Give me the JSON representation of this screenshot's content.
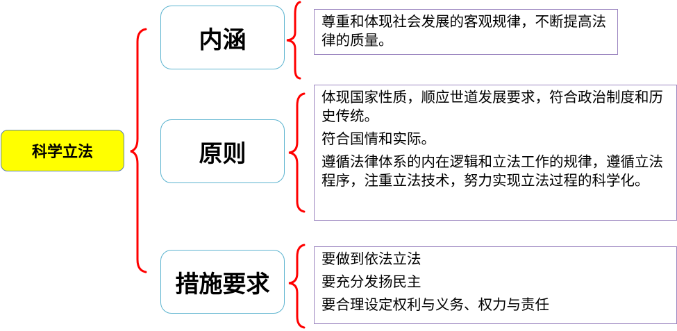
{
  "root": {
    "label": "科学立法"
  },
  "branches": [
    {
      "label": "内涵",
      "items": [
        "尊重和体现社会发展的客观规律，不断提高法律的质量。"
      ]
    },
    {
      "label": "原则",
      "items": [
        "体现国家性质，顺应世道发展要求，符合政治制度和历史传统。",
        "符合国情和实际。",
        "遵循法律体系的内在逻辑和立法工作的规律，遵循立法程序，注重立法技术，努力实现立法过程的科学化。"
      ]
    },
    {
      "label": "措施要求",
      "items": [
        "要做到依法立法",
        "要充分发扬民主",
        "要合理设定权利与义务、权力与责任"
      ]
    }
  ],
  "colors": {
    "root_fill": "#ffff00",
    "brace": "#ff0000",
    "node_border": "#5bb3cf",
    "text_box_border": "#9b85c0"
  }
}
